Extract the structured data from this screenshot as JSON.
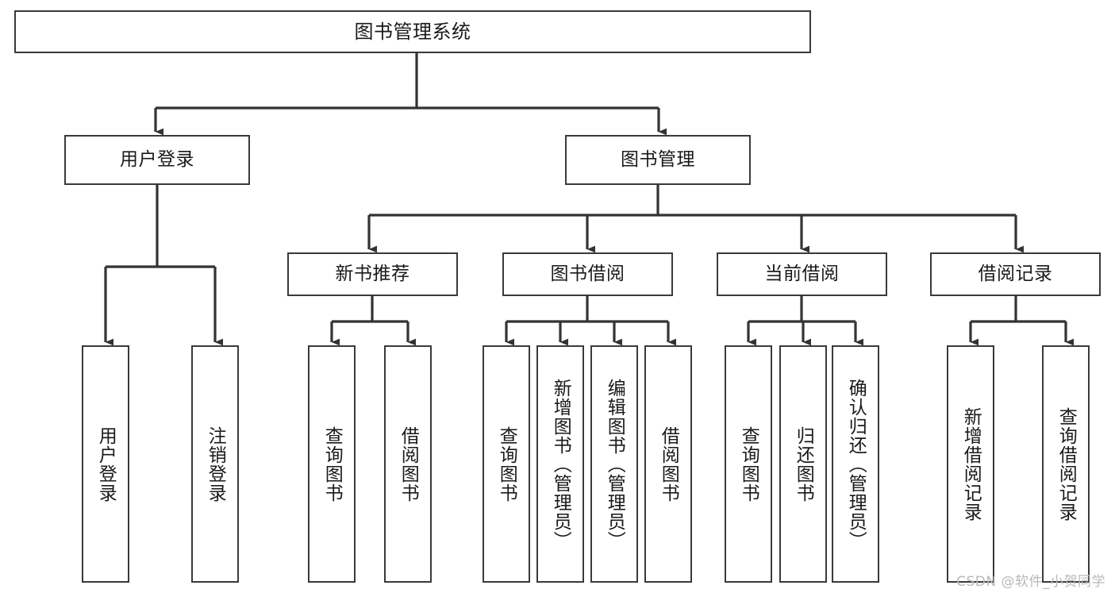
{
  "diagram": {
    "title": "图书管理系统",
    "type": "hierarchy-tree",
    "watermark": "CSDN @软件_小贺同学",
    "colors": {
      "box_border": "#3a3a3a",
      "box_fill": "#ffffff",
      "edge": "#333333",
      "text": "#1a1a1a",
      "watermark": "#b9b9b9"
    },
    "levels": {
      "root": {
        "label": "图书管理系统"
      },
      "level2": [
        {
          "label": "用户登录"
        },
        {
          "label": "图书管理"
        }
      ],
      "level3": [
        {
          "label": "新书推荐"
        },
        {
          "label": "图书借阅"
        },
        {
          "label": "当前借阅"
        },
        {
          "label": "借阅记录"
        }
      ],
      "leaves": {
        "user_login": [
          {
            "label": "用户登录"
          },
          {
            "label": "注销登录"
          }
        ],
        "new_book_recommend": [
          {
            "label": "查询图书"
          },
          {
            "label": "借阅图书"
          }
        ],
        "book_borrow": [
          {
            "label": "查询图书"
          },
          {
            "label": "新增图书（管理员）"
          },
          {
            "label": "编辑图书（管理员）"
          },
          {
            "label": "借阅图书"
          }
        ],
        "current_borrow": [
          {
            "label": "查询图书"
          },
          {
            "label": "归还图书"
          },
          {
            "label": "确认归还（管理员）"
          }
        ],
        "borrow_record": [
          {
            "label": "新增借阅记录"
          },
          {
            "label": "查询借阅记录"
          }
        ]
      }
    }
  }
}
